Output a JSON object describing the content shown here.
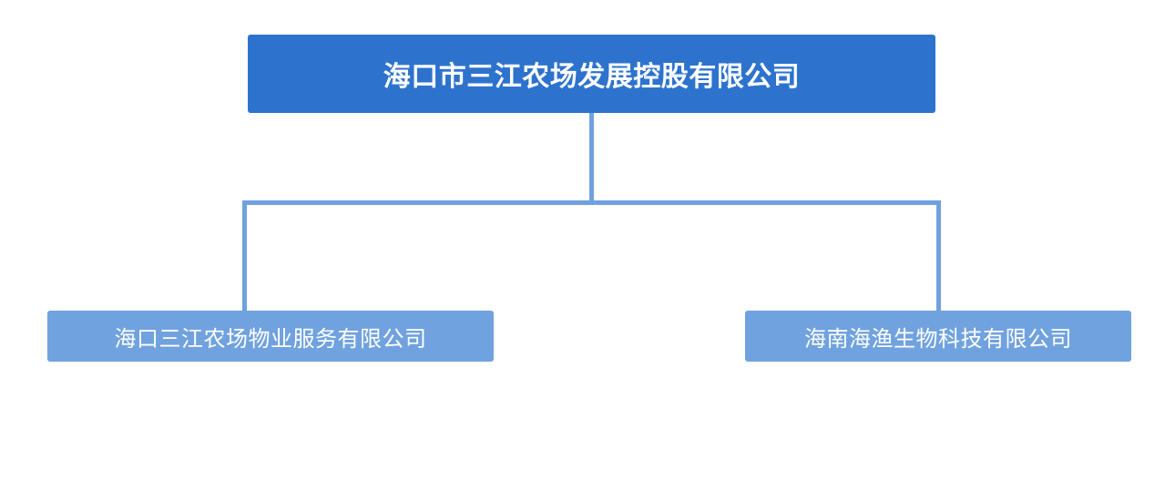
{
  "chart_data": {
    "type": "diagram",
    "diagram_type": "organization-chart",
    "title": "",
    "orientation": "top-down",
    "levels": 2,
    "nodes": [
      {
        "id": "root",
        "label": "海口市三江农场发展控股有限公司",
        "level": 0,
        "parent": null,
        "color": "#2d73ce",
        "text_color": "#ffffff"
      },
      {
        "id": "child-1",
        "label": "海口三江农场物业服务有限公司",
        "level": 1,
        "parent": "root",
        "color": "#70a2df",
        "text_color": "#ffffff"
      },
      {
        "id": "child-2",
        "label": "海南海渔生物科技有限公司",
        "level": 1,
        "parent": "root",
        "color": "#70a2df",
        "text_color": "#ffffff"
      }
    ],
    "edges": [
      {
        "from": "root",
        "to": "child-1"
      },
      {
        "from": "root",
        "to": "child-2"
      }
    ]
  },
  "colors": {
    "background": "#ffffff",
    "root_fill": "#2d73ce",
    "child_fill": "#70a2df",
    "connector": "#6fa1de",
    "node_text": "#ffffff"
  },
  "root": {
    "label": "海口市三江农场发展控股有限公司"
  },
  "children": [
    {
      "label": "海口三江农场物业服务有限公司"
    },
    {
      "label": "海南海渔生物科技有限公司"
    }
  ]
}
